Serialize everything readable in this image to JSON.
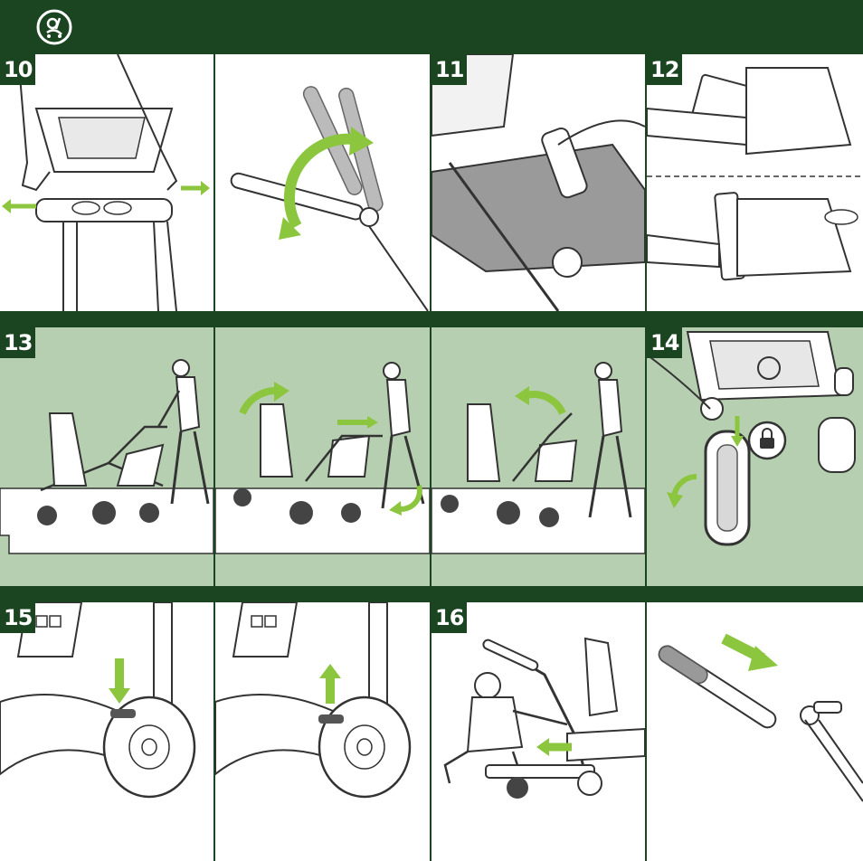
{
  "header": {
    "logo_icon": "orbit-stroller-logo-icon"
  },
  "colors": {
    "dark_green": "#1a4520",
    "light_green": "#b6cfb0",
    "arrow_green": "#8cc63f"
  },
  "steps": {
    "s10": "10",
    "s11": "11",
    "s12": "12",
    "s13": "13",
    "s14": "14",
    "s15": "15",
    "s16": "16"
  },
  "icons": {
    "lock": "padlock-icon"
  }
}
